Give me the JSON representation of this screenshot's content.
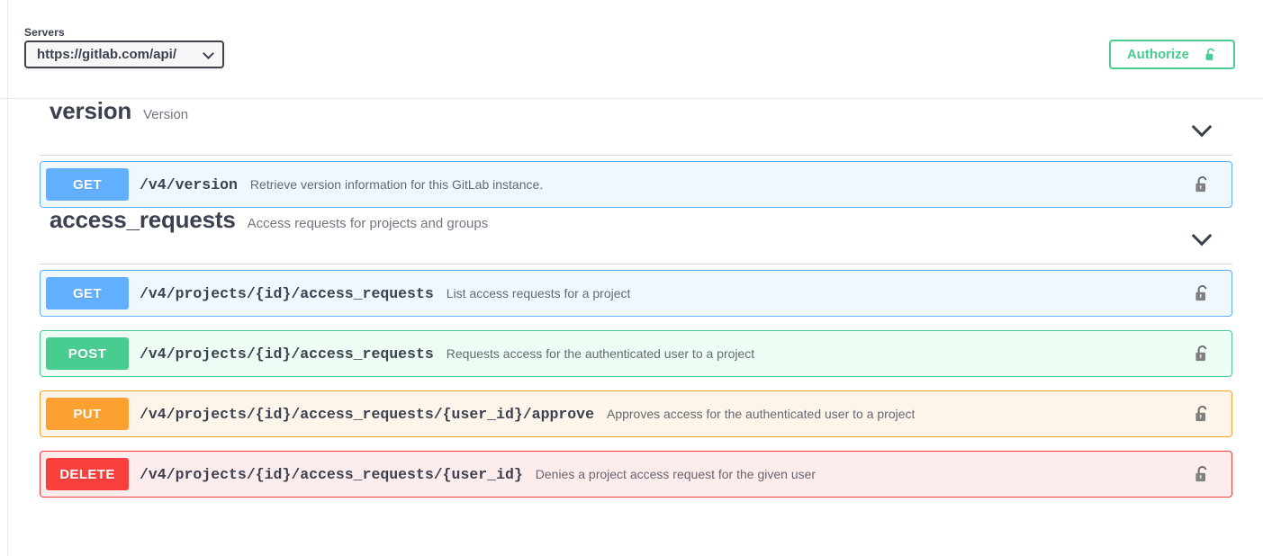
{
  "topbar": {
    "servers_label": "Servers",
    "server_value": "https://gitlab.com/api/",
    "server_chevron_icon": "chevron-down-icon",
    "authorize_label": "Authorize",
    "authorize_icon": "unlock-icon",
    "authorize_color": "#49cc90"
  },
  "method_colors": {
    "get": "#61affe",
    "post": "#49cc90",
    "put": "#fca130",
    "delete": "#f93e3e"
  },
  "sections": [
    {
      "name": "version",
      "description": "Version",
      "chevron_icon": "chevron-down-icon",
      "operations": [
        {
          "method": "GET",
          "path": "/v4/version",
          "summary": "Retrieve version information for this GitLab instance.",
          "lock_icon": "unlock-icon"
        }
      ]
    },
    {
      "name": "access_requests",
      "description": "Access requests for projects and groups",
      "chevron_icon": "chevron-down-icon",
      "operations": [
        {
          "method": "GET",
          "path": "/v4/projects/{id}/access_requests",
          "summary": "List access requests for a project",
          "lock_icon": "unlock-icon"
        },
        {
          "method": "POST",
          "path": "/v4/projects/{id}/access_requests",
          "summary": "Requests access for the authenticated user to a project",
          "lock_icon": "unlock-icon"
        },
        {
          "method": "PUT",
          "path": "/v4/projects/{id}/access_requests/{user_id}/approve",
          "summary": "Approves access for the authenticated user to a project",
          "lock_icon": "unlock-icon"
        },
        {
          "method": "DELETE",
          "path": "/v4/projects/{id}/access_requests/{user_id}",
          "summary": "Denies a project access request for the given user",
          "lock_icon": "unlock-icon"
        }
      ]
    }
  ]
}
